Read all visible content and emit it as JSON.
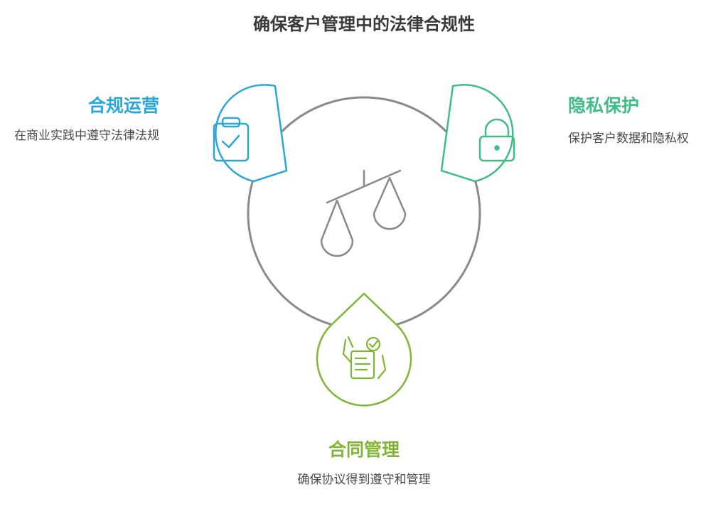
{
  "title": "确保客户管理中的法律合规性",
  "nodes": {
    "compliance": {
      "heading": "合规运营",
      "description": "在商业实践中遵守法律法规",
      "icon": "clipboard-check-icon",
      "color": "#2aa7d9"
    },
    "privacy": {
      "heading": "隐私保护",
      "description": "保护客户数据和隐私权",
      "icon": "padlock-icon",
      "color": "#3fbd86"
    },
    "contract": {
      "heading": "合同管理",
      "description": "确保协议得到遵守和管理",
      "icon": "signed-document-icon",
      "color": "#80b634"
    }
  },
  "center": {
    "icon": "balance-scale-icon",
    "color": "#8a8a8a"
  }
}
